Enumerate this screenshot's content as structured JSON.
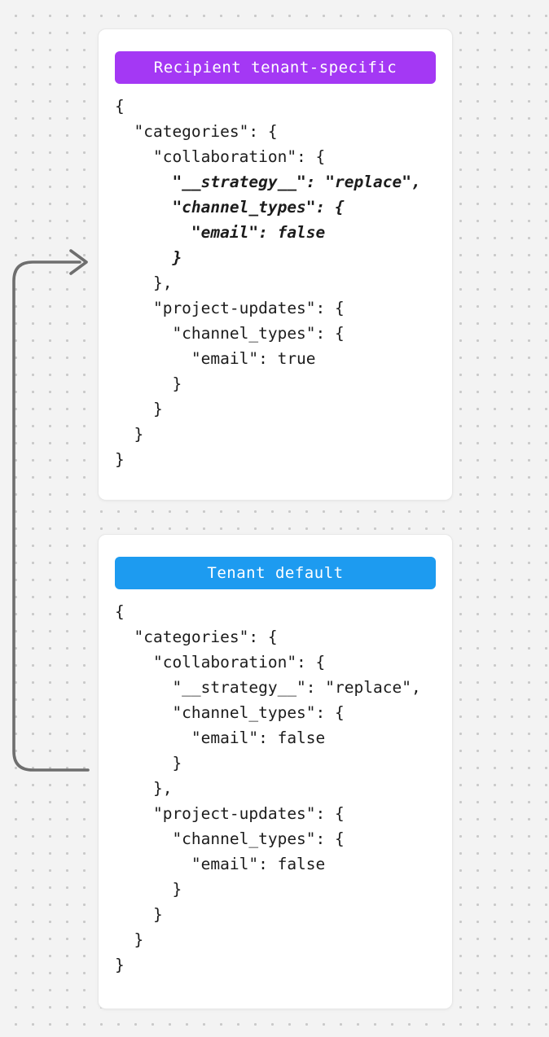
{
  "canvas": {
    "background_color": "#f3f3f3",
    "dot_color": "#c9c9c9"
  },
  "arrow": {
    "color": "#6e6e6e"
  },
  "cards": [
    {
      "badge": {
        "label": "Recipient tenant-specific",
        "color": "#a438f4"
      },
      "code_lines": [
        {
          "text": "{",
          "emphasis": false
        },
        {
          "text": "  \"categories\": {",
          "emphasis": false
        },
        {
          "text": "    \"collaboration\": {",
          "emphasis": false
        },
        {
          "text": "      \"__strategy__\": \"replace\",",
          "emphasis": true
        },
        {
          "text": "      \"channel_types\": {",
          "emphasis": true
        },
        {
          "text": "        \"email\": false",
          "emphasis": true
        },
        {
          "text": "      }",
          "emphasis": true
        },
        {
          "text": "    },",
          "emphasis": false
        },
        {
          "text": "    \"project-updates\": {",
          "emphasis": false
        },
        {
          "text": "      \"channel_types\": {",
          "emphasis": false
        },
        {
          "text": "        \"email\": true",
          "emphasis": false
        },
        {
          "text": "      }",
          "emphasis": false
        },
        {
          "text": "    }",
          "emphasis": false
        },
        {
          "text": "  }",
          "emphasis": false
        },
        {
          "text": "}",
          "emphasis": false
        }
      ]
    },
    {
      "badge": {
        "label": "Tenant default",
        "color": "#1d9bf0"
      },
      "code_lines": [
        {
          "text": "{",
          "emphasis": false
        },
        {
          "text": "  \"categories\": {",
          "emphasis": false
        },
        {
          "text": "    \"collaboration\": {",
          "emphasis": false
        },
        {
          "text": "      \"__strategy__\": \"replace\",",
          "emphasis": false
        },
        {
          "text": "      \"channel_types\": {",
          "emphasis": false
        },
        {
          "text": "        \"email\": false",
          "emphasis": false
        },
        {
          "text": "      }",
          "emphasis": false
        },
        {
          "text": "    },",
          "emphasis": false
        },
        {
          "text": "    \"project-updates\": {",
          "emphasis": false
        },
        {
          "text": "      \"channel_types\": {",
          "emphasis": false
        },
        {
          "text": "        \"email\": false",
          "emphasis": false
        },
        {
          "text": "      }",
          "emphasis": false
        },
        {
          "text": "    }",
          "emphasis": false
        },
        {
          "text": "  }",
          "emphasis": false
        },
        {
          "text": "}",
          "emphasis": false
        }
      ]
    }
  ]
}
